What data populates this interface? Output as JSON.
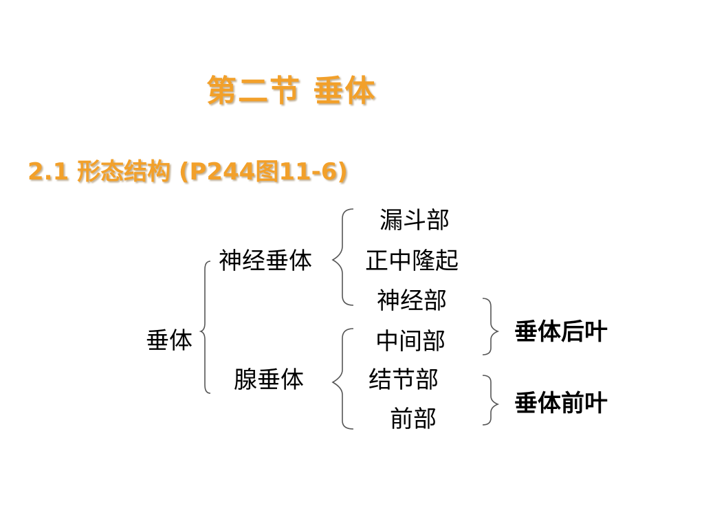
{
  "slide": {
    "title": "第二节    垂体",
    "subtitle": "2.1  形态结构  (P244图11-6)"
  },
  "diagram": {
    "root": "垂体",
    "branches": [
      {
        "label": "神经垂体",
        "parts": [
          "漏斗部",
          "正中隆起",
          "神经部"
        ]
      },
      {
        "label": "腺垂体",
        "parts": [
          "中间部",
          "结节部",
          "前部"
        ]
      }
    ],
    "groups": [
      {
        "label": "垂体后叶",
        "covers": [
          "神经部",
          "中间部"
        ]
      },
      {
        "label": "垂体前叶",
        "covers": [
          "结节部",
          "前部"
        ]
      }
    ]
  },
  "colors": {
    "title": "#F2A02A",
    "text": "#000000",
    "bracket": "#555555"
  }
}
